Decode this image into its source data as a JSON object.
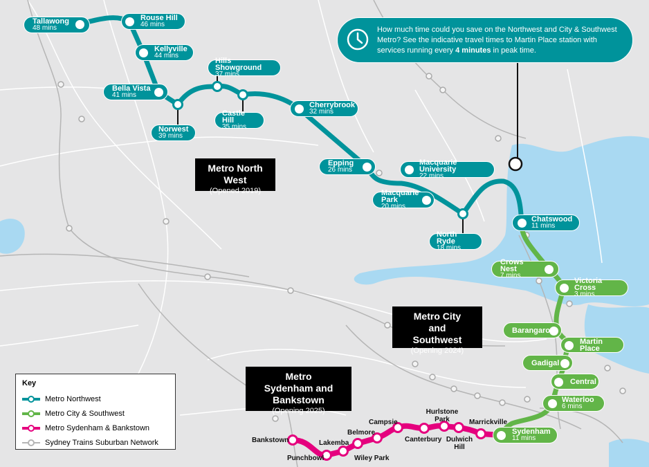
{
  "colors": {
    "northwest": "#00939b",
    "city_southwest": "#62b548",
    "sydenham_bankstown": "#e5007e",
    "suburban": "#b5b5b5",
    "water": "#a9d9f2",
    "land": "#e5e5e6"
  },
  "callout": {
    "icon": "clock-icon",
    "text_before": "How much time could you save on the Northwest and City & Southwest Metro? See the indicative travel times to Martin Place station with services running every ",
    "bold": "4 minutes",
    "text_after": " in peak time."
  },
  "regions": [
    {
      "title": "Metro North West",
      "subtitle": "(Opened 2019)"
    },
    {
      "title": "Metro City and Southwest",
      "subtitle": "(Opening 2024)"
    },
    {
      "title": "Metro Sydenham and Bankstown",
      "subtitle": "(Opening 2025)"
    }
  ],
  "northwest_stations": [
    {
      "name": "Tallawong",
      "time": "48 mins"
    },
    {
      "name": "Rouse Hill",
      "time": "46 mins"
    },
    {
      "name": "Kellyville",
      "time": "44 mins"
    },
    {
      "name": "Bella Vista",
      "time": "41 mins"
    },
    {
      "name": "Norwest",
      "time": "39 mins"
    },
    {
      "name": "Hills Showground",
      "time": "37 mins"
    },
    {
      "name": "Castle Hill",
      "time": "35 mins"
    },
    {
      "name": "Cherrybrook",
      "time": "32 mins"
    },
    {
      "name": "Epping",
      "time": "26 mins"
    },
    {
      "name": "Macquarie University",
      "time": "22 mins"
    },
    {
      "name": "Macquarie Park",
      "time": "20 mins"
    },
    {
      "name": "North Ryde",
      "time": "18 mins"
    },
    {
      "name": "Chatswood",
      "time": "11 mins"
    }
  ],
  "city_stations": [
    {
      "name": "Crows Nest",
      "time": "7 mins"
    },
    {
      "name": "Victoria Cross",
      "time": "3 mins"
    },
    {
      "name": "Barangaroo",
      "time": ""
    },
    {
      "name": "Martin Place",
      "time": ""
    },
    {
      "name": "Gadigal",
      "time": ""
    },
    {
      "name": "Central",
      "time": ""
    },
    {
      "name": "Waterloo",
      "time": "6 mins"
    },
    {
      "name": "Sydenham",
      "time": "11 mins"
    }
  ],
  "bankstown_stations": [
    "Bankstown",
    "Punchbowl",
    "Lakemba",
    "Wiley Park",
    "Belmore",
    "Campsie",
    "Canterbury",
    "Hurlstone Park",
    "Dulwich Hill",
    "Marrickville"
  ],
  "legend": {
    "title": "Key",
    "items": [
      "Metro Northwest",
      "Metro City & Southwest",
      "Metro Sydenham & Bankstown",
      "Sydney Trains Suburban Network"
    ]
  }
}
